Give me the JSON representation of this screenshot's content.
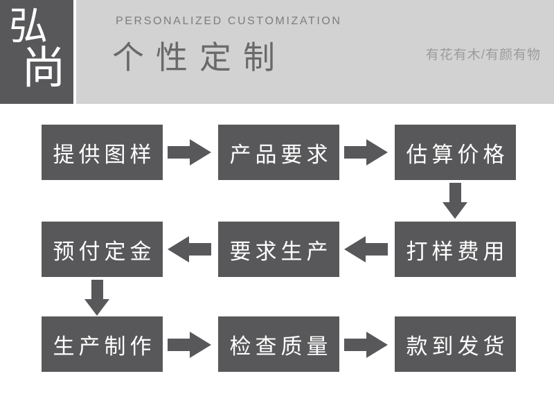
{
  "brand": {
    "logo_char_1": "弘",
    "logo_char_2": "尚"
  },
  "header": {
    "eyebrow": "PERSONALIZED CUSTOMIZATION",
    "title": "个性定制",
    "tagline": "有花有木/有颜有物"
  },
  "colors": {
    "box_dark_gray": "#58585a",
    "header_band_bg": "#d2d2d2",
    "title_gray": "#696969",
    "eyebrow_gray": "#7d7d7d",
    "tagline_gray": "#9c9c9c",
    "box_text": "#ffffff",
    "page_bg": "#ffffff"
  },
  "flow": {
    "rows": [
      {
        "direction": "right",
        "steps": [
          "提供图样",
          "产品要求",
          "估算价格"
        ]
      },
      {
        "direction": "left",
        "steps": [
          "预付定金",
          "要求生产",
          "打样费用"
        ]
      },
      {
        "direction": "right",
        "steps": [
          "生产制作",
          "检查质量",
          "款到发货"
        ]
      }
    ]
  }
}
